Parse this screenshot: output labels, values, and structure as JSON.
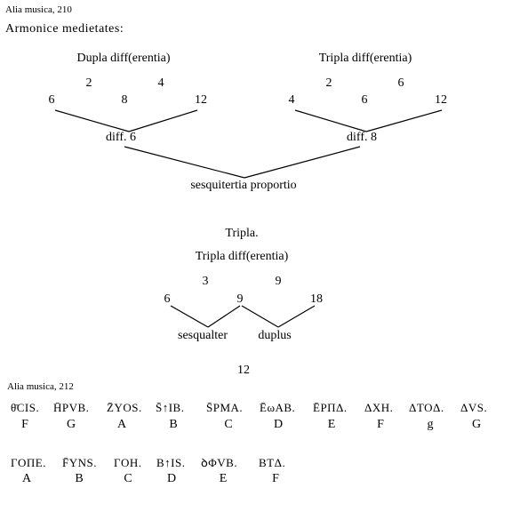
{
  "header": {
    "page_ref_1": "Alia musica, 210",
    "section_title": "Armonice medietates:"
  },
  "left_tree": {
    "title": "Dupla diff(erentia)",
    "diffs": [
      "2",
      "4"
    ],
    "terms": [
      "6",
      "8",
      "12"
    ],
    "node": "diff. 6"
  },
  "right_tree": {
    "title": "Tripla diff(erentia)",
    "diffs": [
      "2",
      "6"
    ],
    "terms": [
      "4",
      "6",
      "12"
    ],
    "node": "diff. 8"
  },
  "joint_label": "sesquitertia proportio",
  "tripla_section": {
    "heading": "Tripla.",
    "title": "Tripla diff(erentia)",
    "diffs": [
      "3",
      "9"
    ],
    "terms": [
      "6",
      "9",
      "18"
    ],
    "left_ratio": "sesqualter",
    "right_ratio": "duplus",
    "bottom": "12"
  },
  "footer": {
    "page_ref_2": "Alia musica, 212",
    "row1_symbols": [
      "θ̄CIS.",
      "H̄PVB.",
      "Z̄YOS.",
      "S̄↑IB.",
      "S̄PMA.",
      "ĒωAB.",
      "ĒPΠΔ.",
      "ΔXH.",
      "ΔTOΔ.",
      "ΔVS."
    ],
    "row1_letters": [
      "F",
      "G",
      "A",
      "B",
      "C",
      "D",
      "E",
      "F",
      "g",
      "G"
    ],
    "row2_symbols": [
      "ΓOΠE.",
      "F̄YNS.",
      "ΓOH.",
      "B↑IS.",
      "ꝺΦVB.",
      "BTΔ."
    ],
    "row2_letters": [
      "A",
      "B",
      "C",
      "D",
      "E",
      "F"
    ]
  }
}
